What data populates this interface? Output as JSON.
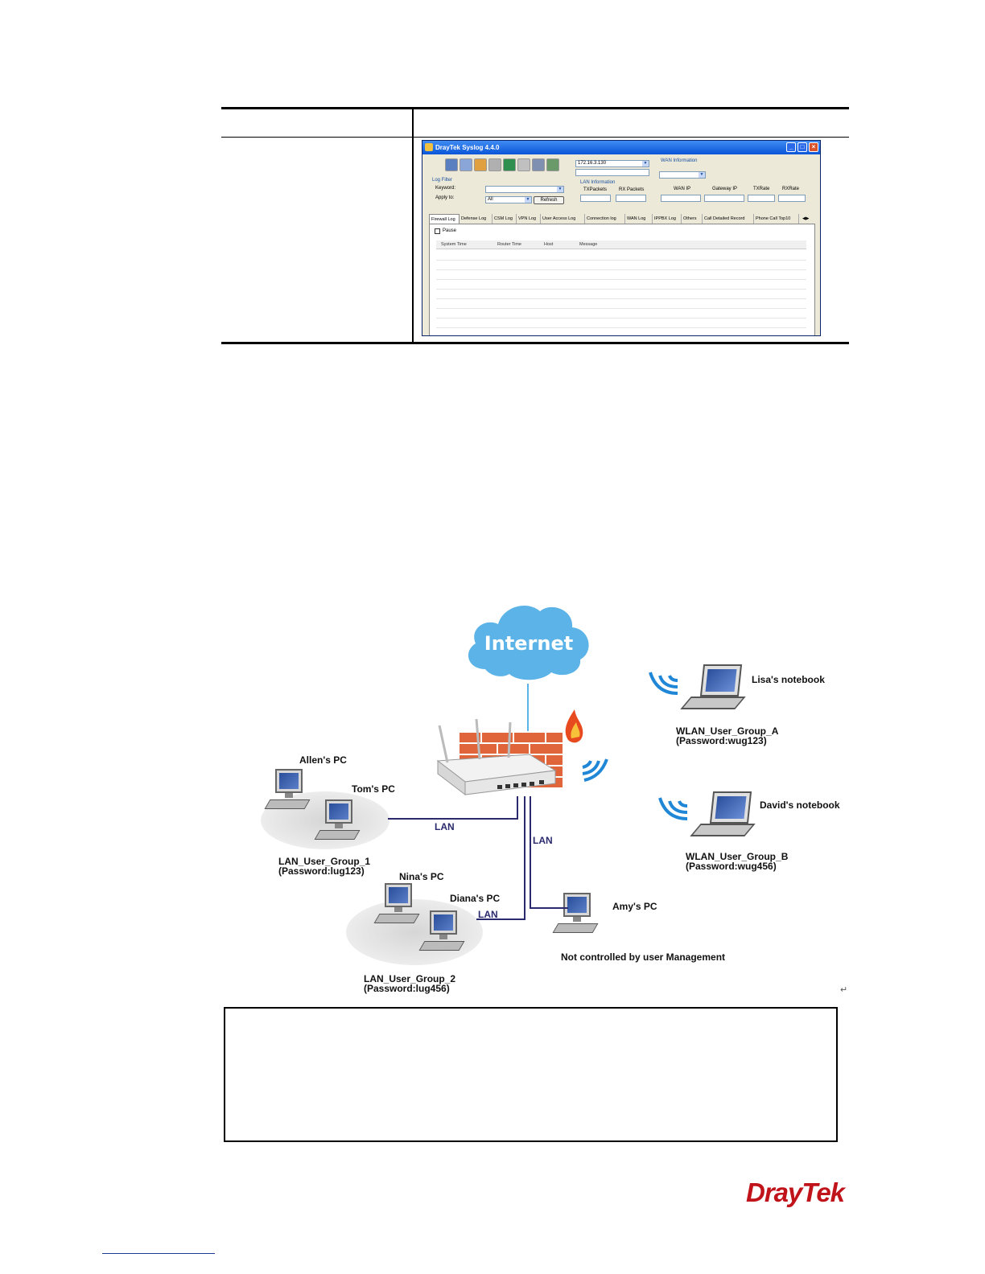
{
  "syslog_window": {
    "title": "DrayTek Syslog 4.4.0",
    "ip_select": "172.16.3.130",
    "wan_info_label": "WAN Information",
    "log_filter_label": "Log Filter",
    "keyword_label": "Keyword:",
    "apply_to_label": "Apply to:",
    "apply_to_value": "All",
    "refresh_label": "Refresh",
    "lan_info_label": "LAN Information",
    "lan_columns": [
      "TXPackets",
      "RX Packets"
    ],
    "wan_columns": [
      "WAN IP",
      "Gateway IP",
      "TXRate",
      "RXRate"
    ],
    "tabs": [
      "Firewall Log",
      "Defense Log",
      "CSM Log",
      "VPN Log",
      "User Access Log",
      "Connection log",
      "WAN Log",
      "IPPBX Log",
      "Others",
      "Call Detailed Record",
      "Phone Call Top10"
    ],
    "pause_label": "Pause",
    "grid_columns": [
      "System Time",
      "Router Time",
      "Host",
      "Message"
    ]
  },
  "diagram": {
    "internet": "Internet",
    "lisa": "Lisa's notebook",
    "wlan_a": "WLAN_User_Group_A",
    "wlan_a_pw": "(Password:wug123)",
    "david": "David's notebook",
    "wlan_b": "WLAN_User_Group_B",
    "wlan_b_pw": "(Password:wug456)",
    "allen": "Allen's PC",
    "tom": "Tom's PC",
    "lan_group_1": "LAN_User_Group_1",
    "lan_group_1_pw": "(Password:lug123)",
    "nina": "Nina's PC",
    "diana": "Diana's PC",
    "lan_group_2": "LAN_User_Group_2",
    "lan_group_2_pw": "(Password:lug456)",
    "amy": "Amy's PC",
    "not_controlled": "Not controlled by user Management",
    "lan_label": "LAN"
  },
  "colors": {
    "brand_red": "#c0141a",
    "wire": "#2b2a6f",
    "cloud": "#5bb3e8"
  },
  "logo": "DrayTek",
  "return_mark": "↵"
}
